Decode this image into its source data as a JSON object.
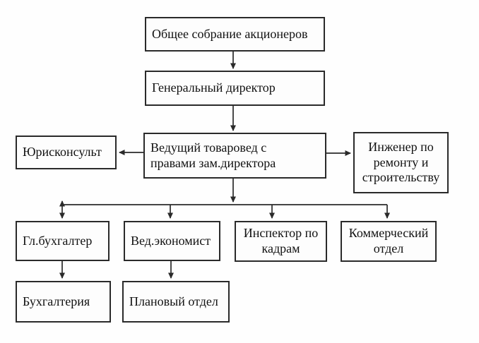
{
  "diagram": {
    "type": "org-chart",
    "boxes": {
      "general_meeting": {
        "lines": [
          "Общее собрание акционеров"
        ]
      },
      "general_director": {
        "lines": [
          "Генеральный директор"
        ]
      },
      "legal_counsel": {
        "lines": [
          "Юрисконсульт"
        ]
      },
      "lead_merchandiser": {
        "lines": [
          "Ведущий товаровед с",
          "правами зам.директора"
        ]
      },
      "repair_engineer": {
        "lines": [
          "Инженер по",
          "ремонту и",
          "строительству"
        ]
      },
      "chief_accountant": {
        "lines": [
          "Гл.бухгалтер"
        ]
      },
      "lead_economist": {
        "lines": [
          "Вед.экономист"
        ]
      },
      "hr_inspector": {
        "lines": [
          "Инспектор по",
          "кадрам"
        ]
      },
      "commercial_dept": {
        "lines": [
          "Коммерческий",
          "отдел"
        ]
      },
      "accounting": {
        "lines": [
          "Бухгалтерия"
        ]
      },
      "planning_dept": {
        "lines": [
          "Плановый отдел"
        ]
      }
    },
    "edges": [
      {
        "from": "general_meeting",
        "to": "general_director"
      },
      {
        "from": "general_director",
        "to": "lead_merchandiser"
      },
      {
        "from": "lead_merchandiser",
        "to": "legal_counsel"
      },
      {
        "from": "lead_merchandiser",
        "to": "repair_engineer"
      },
      {
        "from": "lead_merchandiser",
        "to": "chief_accountant"
      },
      {
        "from": "lead_merchandiser",
        "to": "lead_economist"
      },
      {
        "from": "lead_merchandiser",
        "to": "hr_inspector"
      },
      {
        "from": "lead_merchandiser",
        "to": "commercial_dept"
      },
      {
        "from": "chief_accountant",
        "to": "accounting"
      },
      {
        "from": "lead_economist",
        "to": "planning_dept"
      }
    ],
    "colors": {
      "border": "#2a2a2a",
      "line": "#2a2a2a",
      "text": "#111111",
      "background": "#fefefe",
      "box_fill": "#fdfdfd"
    }
  }
}
